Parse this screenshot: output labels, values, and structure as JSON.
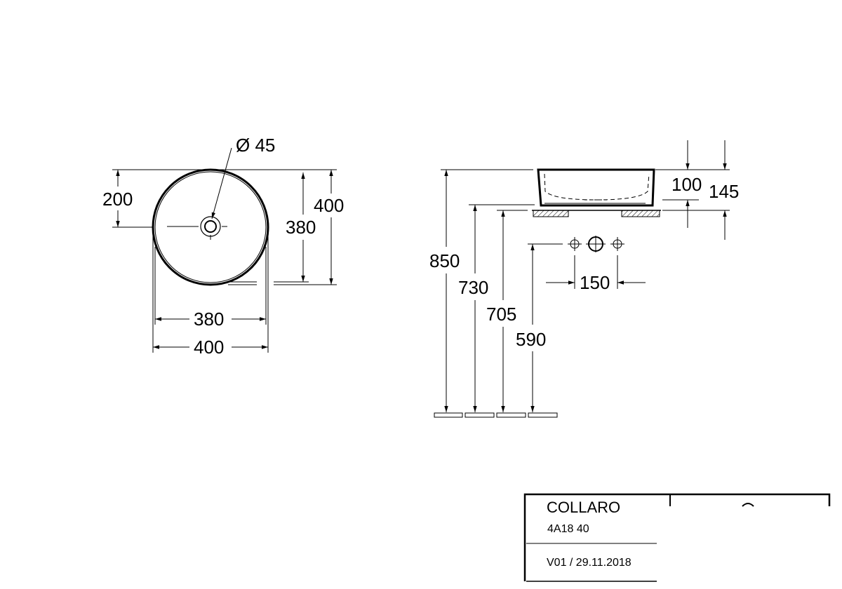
{
  "top_view": {
    "drain_diameter_label": "Ø 45",
    "dim_center_y": "200",
    "dim_inner_height": "380",
    "dim_outer_height": "400",
    "dim_inner_width": "380",
    "dim_outer_width": "400"
  },
  "side_view": {
    "dim_bowl_height": "100",
    "dim_total_height": "145",
    "dim_rim_height": "850",
    "dim_counter_height": "730",
    "dim_counter_bottom": "705",
    "dim_tap_holes_height": "590",
    "dim_tap_hole_spacing": "150"
  },
  "title_block": {
    "product_name": "COLLARO",
    "article_number": "4A18 40",
    "version_date": "V01 / 29.11.2018"
  }
}
